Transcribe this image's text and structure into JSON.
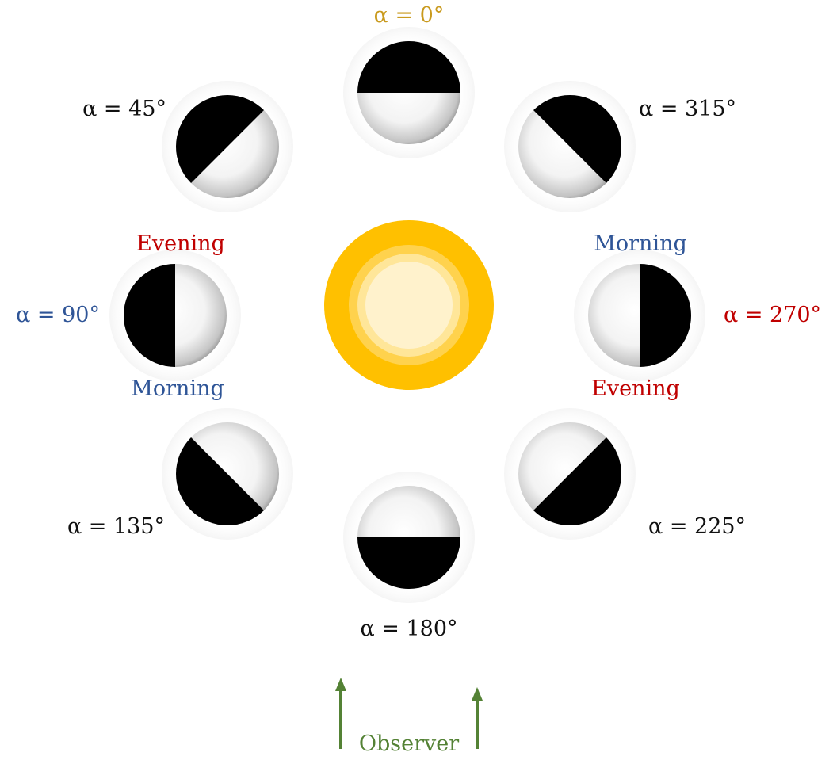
{
  "colors": {
    "angle_top": "#c99a1e",
    "angle_default": "#111111",
    "angle_left": "#2f5597",
    "angle_right": "#c00000",
    "evening": "#c00000",
    "morning": "#2f5597",
    "observer": "#548235",
    "sun_outer": "#ffc000",
    "sun_inner": "#fff2cc",
    "moon_dark": "#000000",
    "moon_lit": "#ffffff"
  },
  "phases": [
    {
      "angle_label": "α = 0°",
      "angle_deg": 0,
      "dark_side": "top"
    },
    {
      "angle_label": "α = 45°",
      "angle_deg": 45,
      "dark_side": "upper-left"
    },
    {
      "angle_label": "α = 90°",
      "angle_deg": 90,
      "dark_side": "left"
    },
    {
      "angle_label": "α = 135°",
      "angle_deg": 135,
      "dark_side": "lower-left"
    },
    {
      "angle_label": "α = 180°",
      "angle_deg": 180,
      "dark_side": "bottom"
    },
    {
      "angle_label": "α = 225°",
      "angle_deg": 225,
      "dark_side": "lower-right"
    },
    {
      "angle_label": "α = 270°",
      "angle_deg": 270,
      "dark_side": "right"
    },
    {
      "angle_label": "α = 315°",
      "angle_deg": 315,
      "dark_side": "upper-right"
    }
  ],
  "labels": {
    "evening_left": "Evening",
    "morning_left": "Morning",
    "morning_right": "Morning",
    "evening_right": "Evening",
    "observer": "Observer"
  },
  "icons": {
    "sun": "sun-icon",
    "observer_arrow": "arrow-up-icon"
  }
}
